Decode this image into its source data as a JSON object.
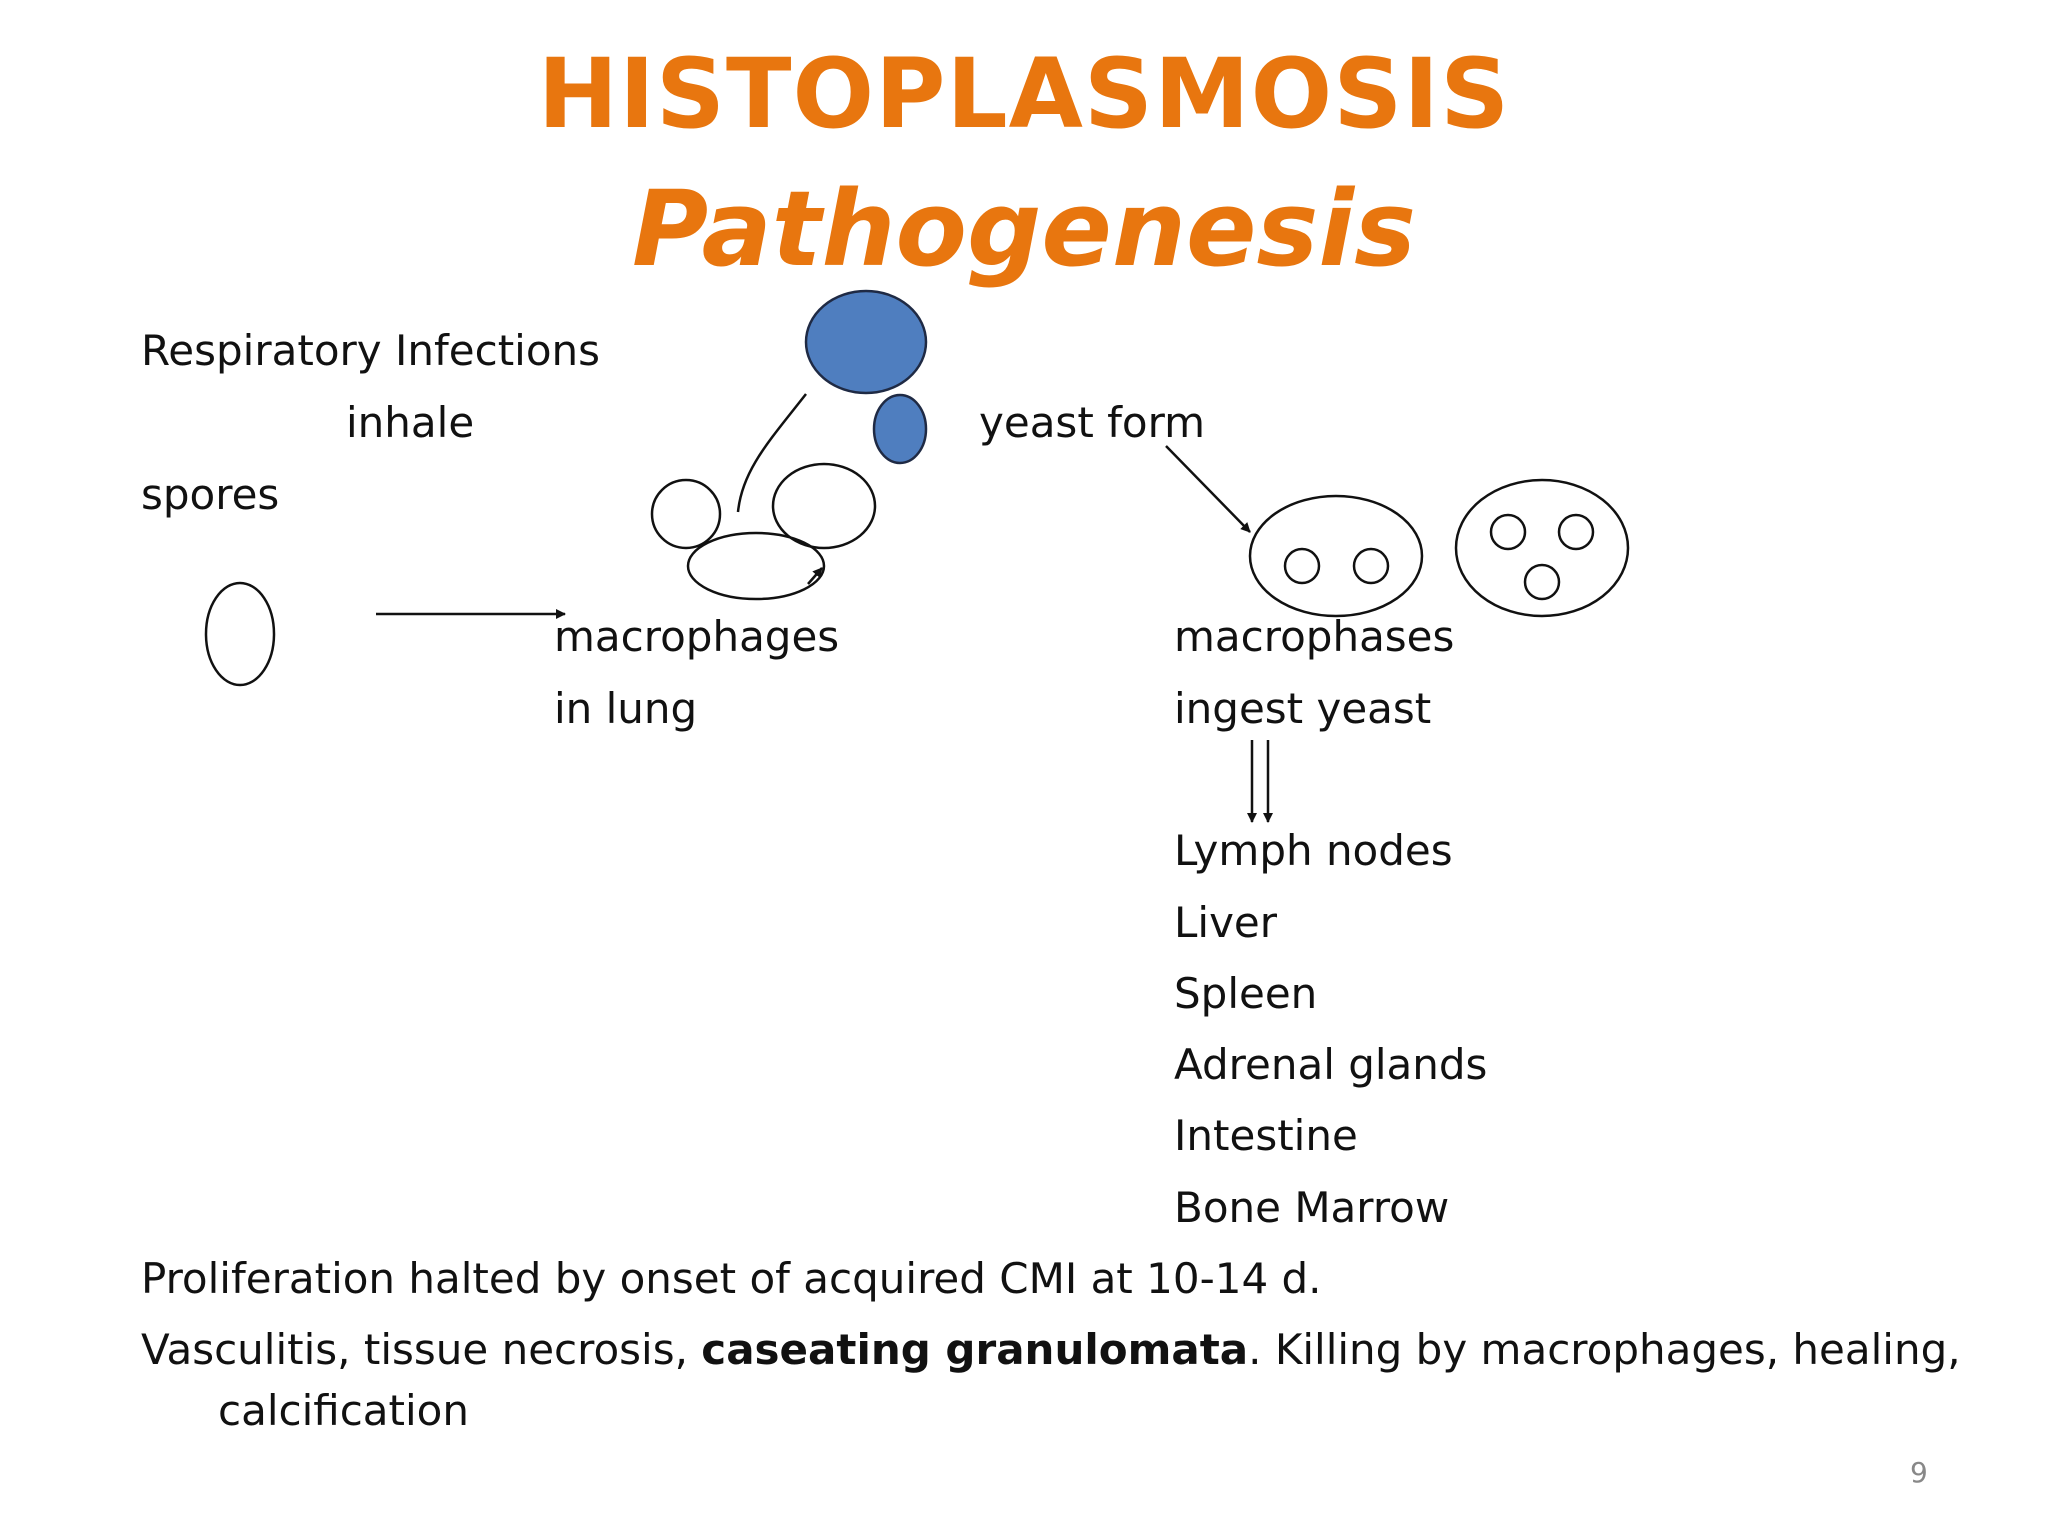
{
  "slide": {
    "title": "HISTOPLASMOSIS",
    "subtitle": "Pathogenesis",
    "page_number": "9"
  },
  "diagram": {
    "label_respiratory": "Respiratory Infections",
    "label_inhale": "inhale",
    "label_spores": "spores",
    "label_yeast_form": "yeast form",
    "label_macrophages": "macrophages",
    "label_in_lung": "in lung",
    "label_macrophases": "macrophases",
    "label_ingest_yeast": "ingest yeast",
    "organs": [
      "Lymph nodes",
      "Liver",
      "Spleen",
      "Adrenal glands",
      "Intestine",
      "Bone Marrow"
    ],
    "colors": {
      "yeast_fill": "#4F7EBF",
      "yeast_stroke": "#1F2A44",
      "title": "#E8760F"
    }
  },
  "body": {
    "line1": "Proliferation halted by onset of acquired CMI at 10-14 d.",
    "line2_start": "Vasculitis, tissue necrosis, ",
    "line2_bold": "caseating granulomata",
    "line2_end": ". Killing by macrophages, healing,",
    "line3": "calcification"
  }
}
